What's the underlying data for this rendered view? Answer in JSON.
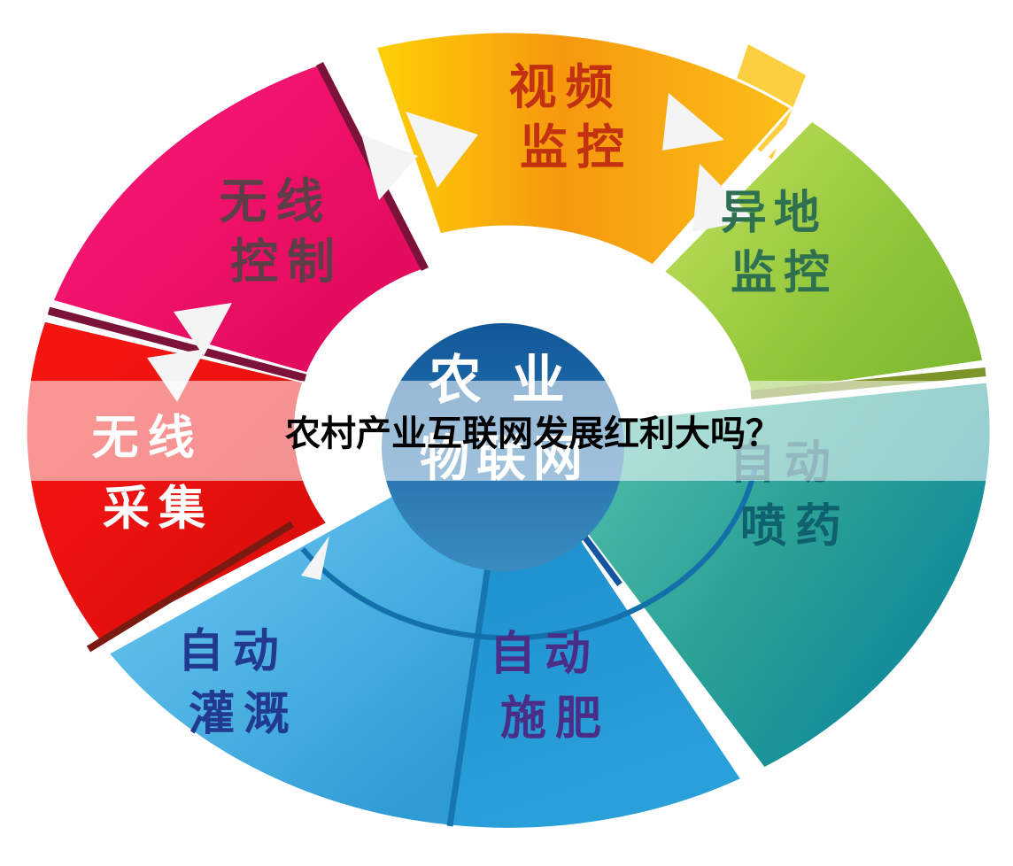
{
  "banner": {
    "title": "农村产业互联网发展红利大吗？",
    "bg": "#ffffff",
    "text_color": "#000000"
  },
  "hub": {
    "line1": "农业",
    "line2": "物联网",
    "text_color": "#ffffff",
    "color_top": "#11589a",
    "color_bottom": "#3a8cc0"
  },
  "segments": [
    {
      "id": "video-monitoring",
      "line1": "视频",
      "line2": "监控",
      "text_color": "#c23210",
      "color_start": "#fdd005",
      "color_mid": "#f6980e",
      "color_end": "#fbbf17"
    },
    {
      "id": "remote-monitoring",
      "line1": "异地",
      "line2": "监控",
      "text_color": "#2e7050",
      "color_start": "#b8dc55",
      "color_mid": "#93c73c",
      "color_end": "#7cb82f"
    },
    {
      "id": "auto-spraying",
      "line1": "自动",
      "line2": "喷药",
      "text_color": "#10616f",
      "color_start": "#49b8a7",
      "color_mid": "#2aa196",
      "color_end": "#118a9b"
    },
    {
      "id": "auto-fertilizing",
      "line1": "自动",
      "line2": "施肥",
      "text_color": "#4a2d86",
      "color_start": "#1e90cf",
      "color_mid": "#2498d4",
      "color_end": "#2aa0da"
    },
    {
      "id": "auto-irrigation",
      "line1": "自动",
      "line2": "灌溉",
      "text_color": "#21398f",
      "color_start": "#5cbcea",
      "color_mid": "#45acdf",
      "color_end": "#2e9bd5"
    },
    {
      "id": "wireless-collection",
      "line1": "无线",
      "line2": "采集",
      "text_color": "#ffffff",
      "color_start": "#f41511",
      "color_mid": "#ea1210",
      "color_end": "#dc0e0b"
    },
    {
      "id": "wireless-control",
      "line1": "无线",
      "line2": "控制",
      "text_color": "#5e3e46",
      "color_start": "#f2156f",
      "color_mid": "#ec1067",
      "color_end": "#e30c60"
    }
  ],
  "accents": {
    "maroon": "#7c1238",
    "dark_red": "#7a1a10",
    "olive": "#7d9428",
    "navy": "#15549e",
    "divider_blue": "#1576b2",
    "arc_blue": "#1470ab",
    "arrow": "#f4f4f4",
    "yellow_side": "#fccf3e",
    "white_gap": "#ffffff"
  }
}
